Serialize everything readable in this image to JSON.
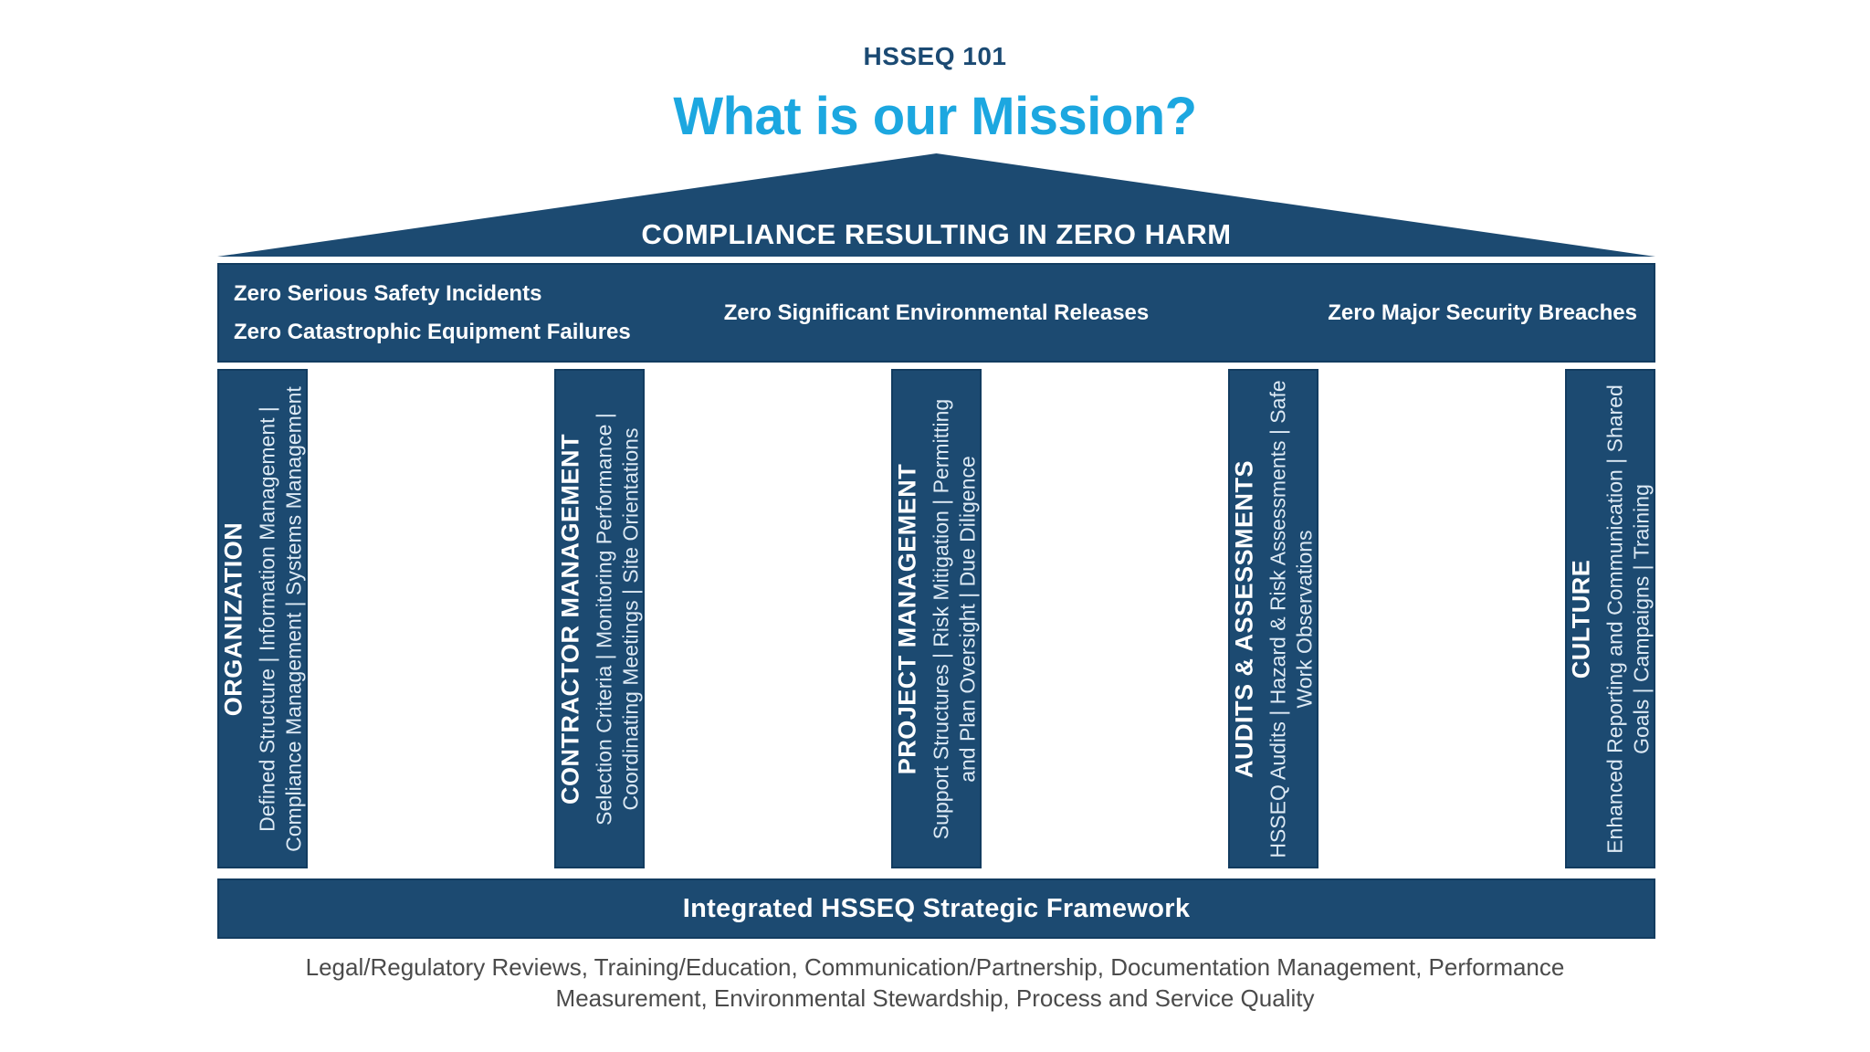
{
  "header": {
    "eyebrow": "HSSEQ 101",
    "title": "What is our Mission?"
  },
  "roof": {
    "label": "COMPLIANCE RESULTING IN ZERO HARM"
  },
  "goals_bar": {
    "left": {
      "line1": "Zero Serious Safety Incidents",
      "line2": "Zero Catastrophic Equipment Failures"
    },
    "center": "Zero Significant Environmental Releases",
    "right": "Zero Major Security Breaches"
  },
  "pillars": [
    {
      "title": "ORGANIZATION",
      "lines": [
        "Defined Structure | Information Management |",
        "Compliance Management | Systems Management"
      ]
    },
    {
      "title": "CONTRACTOR MANAGEMENT",
      "lines": [
        "Selection Criteria | Monitoring Performance |",
        "Coordinating Meetings | Site Orientations"
      ]
    },
    {
      "title": "PROJECT MANAGEMENT",
      "lines": [
        "Support Structures | Risk Mitigation | Permitting",
        "and Plan Oversight | Due Diligence"
      ]
    },
    {
      "title": "AUDITS & ASSESSMENTS",
      "lines": [
        "HSSEQ Audits | Hazard & Risk Assessments | Safe",
        "Work Observations"
      ]
    },
    {
      "title": "CULTURE",
      "lines": [
        "Enhanced Reporting and Communication | Shared",
        "Goals | Campaigns | Training"
      ]
    }
  ],
  "base_bar": {
    "label": "Integrated HSSEQ Strategic Framework"
  },
  "footer": {
    "line1": "Legal/Regulatory Reviews, Training/Education, Communication/Partnership, Documentation Management, Performance",
    "line2": "Measurement, Environmental Stewardship, Process and Service Quality"
  },
  "colors": {
    "navy": "#1c4a71",
    "navy_border": "#123c60",
    "accent_blue": "#1ca7e0",
    "eyebrow_blue": "#1b4a73",
    "pillar_subtext": "#dce9f4",
    "footer_text": "#4b4b4b"
  }
}
